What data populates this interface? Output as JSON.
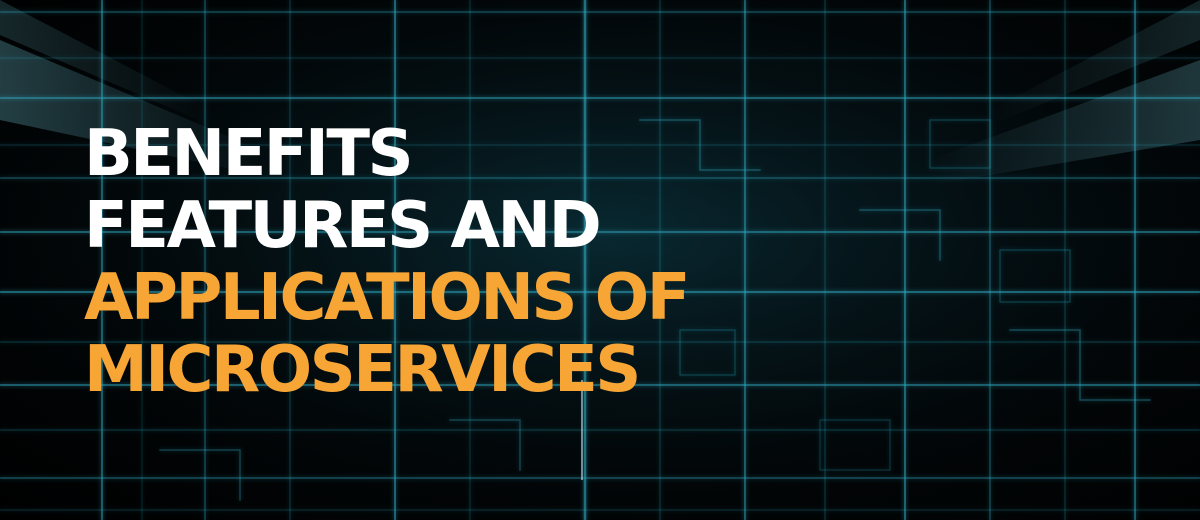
{
  "headline": {
    "line1": "BENEFITS",
    "line2": "FEATURES AND",
    "line3": "APPLICATIONS OF",
    "line4": "MICROSERVICES"
  },
  "colors": {
    "background": "#000000",
    "headline_primary": "#ffffff",
    "headline_accent": "#f7a535",
    "grid_glow": "#2ea8c0"
  },
  "background_image": "glowing-teal-grid-tunnel"
}
